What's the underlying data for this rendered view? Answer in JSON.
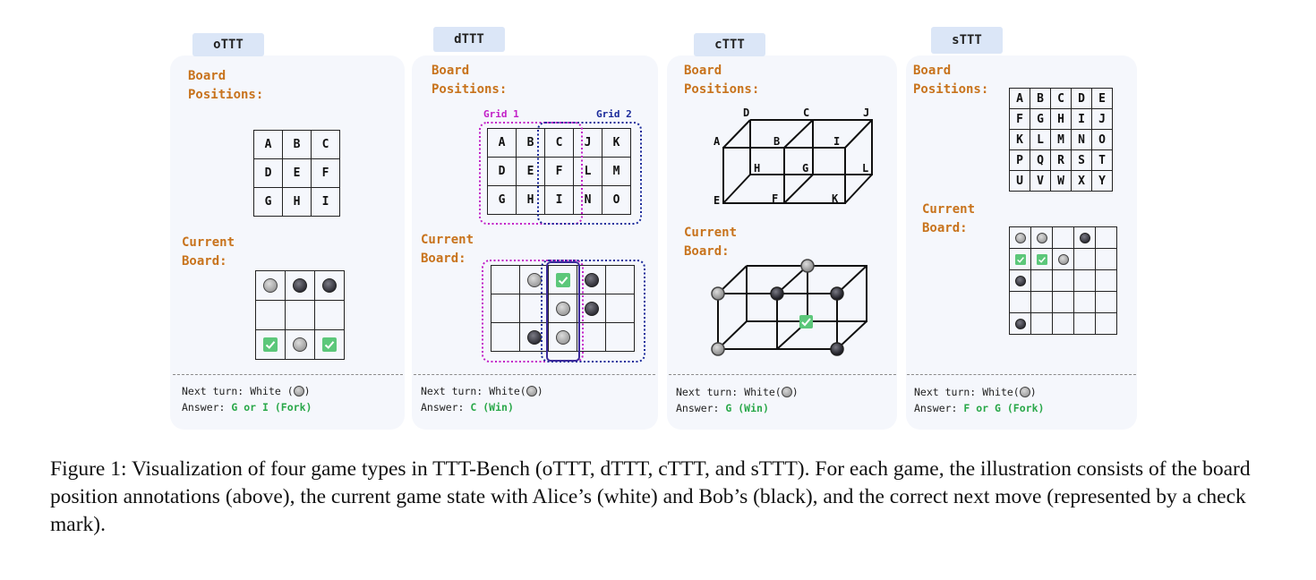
{
  "panels": [
    {
      "tab": "oTTT",
      "board_label": "Board\nPositions:",
      "current_label": "Current\nBoard:",
      "next_turn_label": "Next turn:",
      "next_turn_value": "White (",
      "answer_label": "Answer:",
      "answer_value": "G or I (Fork)",
      "positions": [
        [
          "A",
          "B",
          "C"
        ],
        [
          "D",
          "E",
          "F"
        ],
        [
          "G",
          "H",
          "I"
        ]
      ],
      "board": [
        [
          "W",
          "B",
          "B"
        ],
        [
          "",
          "",
          ""
        ],
        [
          "C",
          "W",
          "C"
        ]
      ]
    },
    {
      "tab": "dTTT",
      "board_label": "Board\nPositions:",
      "current_label": "Current\nBoard:",
      "grid1_label": "Grid 1",
      "grid2_label": "Grid 2",
      "next_turn_label": "Next turn:",
      "next_turn_value": "White(",
      "answer_label": "Answer:",
      "answer_value": "C (Win)",
      "positions": [
        [
          "A",
          "B",
          "C",
          "J",
          "K"
        ],
        [
          "D",
          "E",
          "F",
          "L",
          "M"
        ],
        [
          "G",
          "H",
          "I",
          "N",
          "O"
        ]
      ],
      "board": [
        [
          "",
          "W",
          "C",
          "B",
          ""
        ],
        [
          "",
          "",
          "W",
          "B",
          ""
        ],
        [
          "",
          "B",
          "W",
          "",
          ""
        ]
      ]
    },
    {
      "tab": "cTTT",
      "board_label": "Board\nPositions:",
      "current_label": "Current\nBoard:",
      "cube_letters": [
        "A",
        "B",
        "C",
        "D",
        "E",
        "F",
        "G",
        "H",
        "I",
        "J",
        "K",
        "L"
      ],
      "next_turn_label": "Next turn:",
      "next_turn_value": "White(",
      "answer_label": "Answer:",
      "answer_value": "G (Win)"
    },
    {
      "tab": "sTTT",
      "board_label": "Board\nPositions:",
      "current_label": "Current\nBoard:",
      "next_turn_label": "Next turn:",
      "next_turn_value": "White(",
      "answer_label": "Answer:",
      "answer_value": "F or G (Fork)",
      "positions": [
        [
          "A",
          "B",
          "C",
          "D",
          "E"
        ],
        [
          "F",
          "G",
          "H",
          "I",
          "J"
        ],
        [
          "K",
          "L",
          "M",
          "N",
          "O"
        ],
        [
          "P",
          "Q",
          "R",
          "S",
          "T"
        ],
        [
          "U",
          "V",
          "W",
          "X",
          "Y"
        ]
      ],
      "board": [
        [
          "W",
          "W",
          "",
          "B",
          ""
        ],
        [
          "C",
          "C",
          "W",
          "",
          ""
        ],
        [
          "B",
          "",
          "",
          "",
          ""
        ],
        [
          "",
          "",
          "",
          "",
          ""
        ],
        [
          "B",
          "",
          "",
          "",
          ""
        ]
      ]
    }
  ],
  "caption": "Figure 1: Visualization of four game types in TTT-Bench (oTTT, dTTT, cTTT, and sTTT). For each game, the illustration consists of the board position annotations (above), the current game state with Alice’s (white) and Bob’s (black), and the correct next move (represented by a check mark).",
  "colors": {
    "label_orange": "#c8731c",
    "answer_green": "#2aa84a",
    "check_green": "#5cc77a",
    "grid1_magenta": "#c21fc7",
    "grid2_navy": "#1a2a9a",
    "tab_blue": "#dbe6f7"
  }
}
